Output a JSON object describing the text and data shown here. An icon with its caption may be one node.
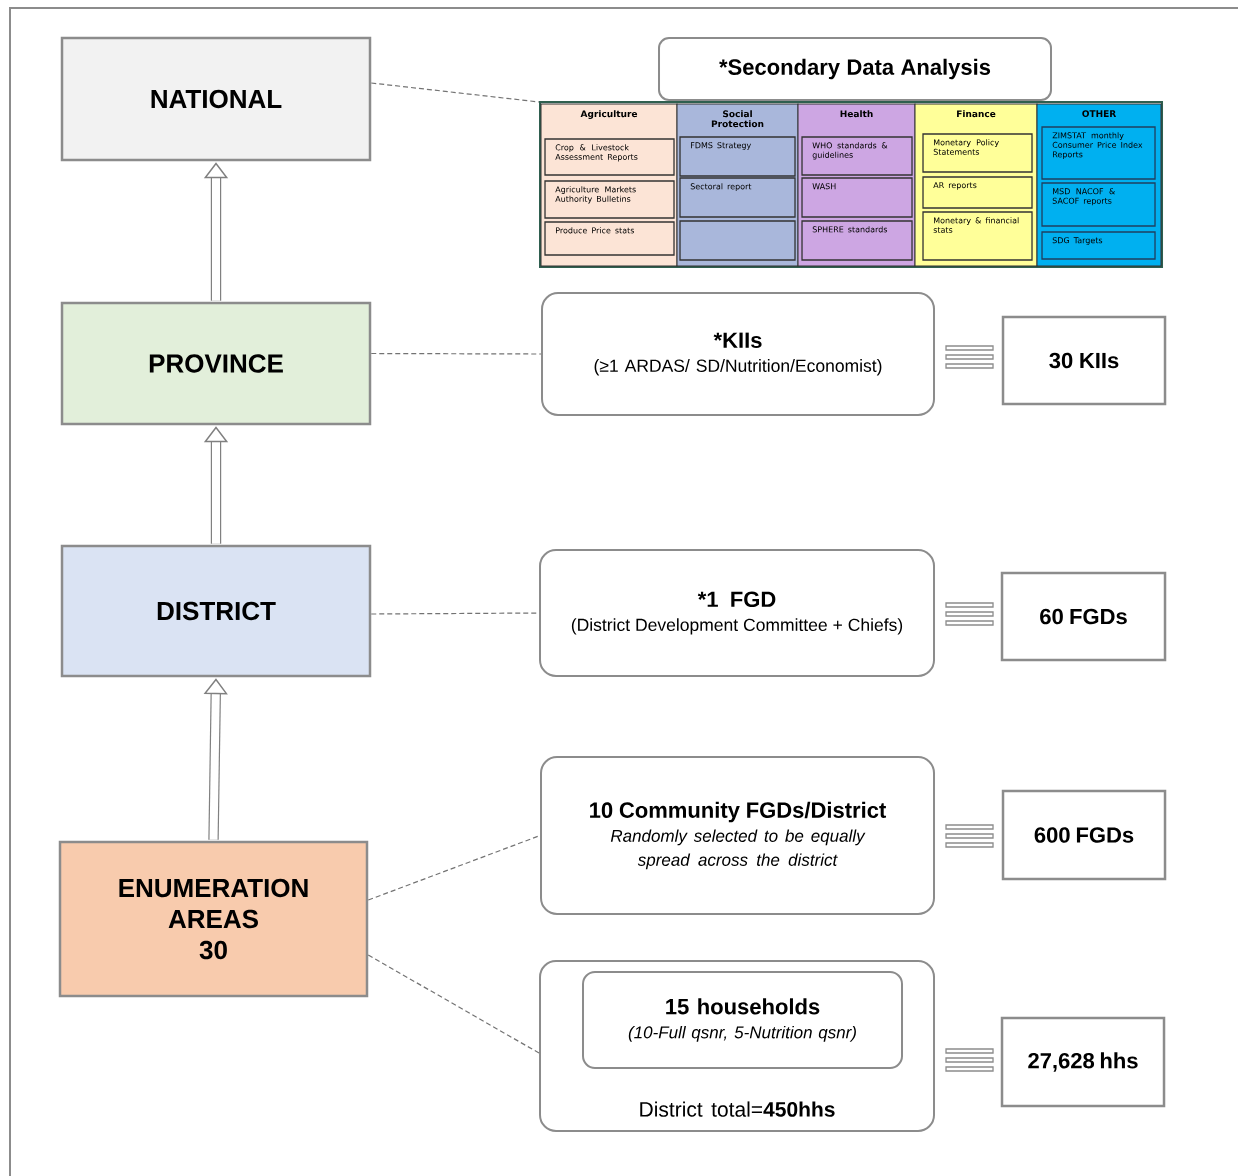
{
  "diagram": {
    "nodes": [
      {
        "text": [
          "NATIONAL"
        ]
      },
      {
        "text": [
          "PROVINCE"
        ]
      },
      {
        "text": [
          "DISTRICT"
        ]
      },
      {
        "text": [
          "ENUMERATION AREAS",
          "30"
        ]
      },
      {
        "text": [
          "*Secondary Data Analysis"
        ]
      },
      {
        "text": [],
        "shape": "box"
      },
      {
        "text": [
          "Agriculture"
        ],
        "in": 5
      },
      {
        "text": [
          "Crop & Livestock Assessment Reports"
        ],
        "in": 6
      },
      {
        "text": [
          "Agriculture Markets Authority Bulletins"
        ],
        "in": 6
      },
      {
        "text": [
          "Produce Price stats"
        ],
        "in": 6
      },
      {
        "text": [
          "Social Protection"
        ],
        "in": 5
      },
      {
        "text": [
          "FDMS Strategy"
        ],
        "in": 10
      },
      {
        "text": [
          "Sectoral report"
        ],
        "in": 10
      },
      {
        "text": [],
        "shape": "box",
        "in": 10
      },
      {
        "text": [
          "Health"
        ],
        "in": 5
      },
      {
        "text": [
          "WHO standards & guidelines"
        ],
        "in": 14
      },
      {
        "text": [
          "WASH"
        ],
        "in": 14
      },
      {
        "text": [
          "SPHERE standards"
        ],
        "in": 14
      },
      {
        "text": [
          "Finance"
        ],
        "in": 5
      },
      {
        "text": [
          "Monetary Policy Statements"
        ],
        "in": 18
      },
      {
        "text": [
          "AR reports"
        ],
        "in": 18
      },
      {
        "text": [
          "Monetary & financial stats"
        ],
        "in": 18
      },
      {
        "text": [
          "OTHER"
        ],
        "in": 5
      },
      {
        "text": [
          "ZIMSTAT monthly Consumer Price Index Reports"
        ],
        "in": 22
      },
      {
        "text": [
          "MSD NACOF & SACOF reports"
        ],
        "in": 22
      },
      {
        "text": [
          "SDG Targets"
        ],
        "in": 22
      },
      {
        "text": [
          "*KIIs",
          "(≥1 ARDAS/ SD/Nutrition/Economist)"
        ]
      },
      {
        "text": [
          "30 KIIs"
        ]
      },
      {
        "text": [
          "*1 FGD",
          "(District Development Committee + Chiefs)"
        ]
      },
      {
        "text": [
          "60 FGDs"
        ]
      },
      {
        "text": [
          "10 Community FGDs/District",
          "Randomly selected to be equally spread across the district"
        ]
      },
      {
        "text": [
          "600 FGDs"
        ]
      },
      {
        "text": [
          "District total=**450hhs**"
        ]
      },
      {
        "text": [
          "15 households",
          "(10-Full qsnr, 5-Nutrition qsnr)"
        ],
        "in": 32
      },
      {
        "text": [
          "27,628 hhs"
        ]
      }
    ],
    "edges": [
      {
        "from": 1,
        "to": 0,
        "arrow": "to",
        "style": "thick"
      },
      {
        "from": 2,
        "to": 1,
        "arrow": "to",
        "style": "thick"
      },
      {
        "from": 3,
        "to": 2,
        "arrow": "to",
        "style": "thick"
      },
      {
        "from": 0,
        "to": 5,
        "arrow": "none",
        "style": "dashed"
      },
      {
        "from": 1,
        "to": 26,
        "arrow": "none",
        "style": "dashed"
      },
      {
        "from": 2,
        "to": 28,
        "arrow": "none",
        "style": "dashed"
      },
      {
        "from": 3,
        "to": 30,
        "arrow": "none",
        "style": "dashed"
      },
      {
        "from": 3,
        "to": 32,
        "arrow": "none",
        "style": "dashed"
      }
    ]
  }
}
